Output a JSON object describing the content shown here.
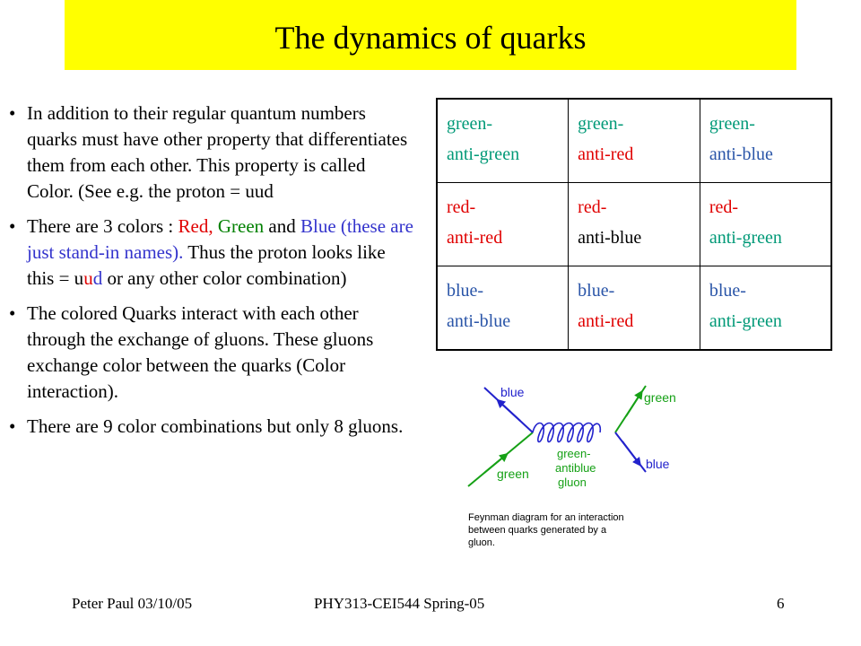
{
  "title": "The dynamics of quarks",
  "bullets": {
    "b1": "In addition to their regular quantum numbers quarks must have other property that differentiates them from each other. This property is called Color. (See e.g. the proton = uud",
    "b2": {
      "t1": "There are 3 colors : ",
      "red": "Red,",
      "t2": " ",
      "green": "Green",
      "t3": " and ",
      "blue": "Blue (these are just stand-in names).",
      "t4": " Thus the proton looks like this = u",
      "u2": "u",
      "d": "d",
      "t5": " or any other color combination)"
    },
    "b3": "The colored Quarks interact with each other through the exchange of gluons. These gluons  exchange color between the quarks (Color interaction).",
    "b4": "There are 9 color combinations but only 8 gluons."
  },
  "color_table": {
    "rows": [
      [
        {
          "l1": "green-",
          "l2": "anti-green"
        },
        {
          "l1": "green-",
          "l2": "anti-red"
        },
        {
          "l1": "green-",
          "l2": "anti-blue"
        }
      ],
      [
        {
          "l1": "red-",
          "l2": "anti-red"
        },
        {
          "l1": "red-",
          "l2": "anti-blue"
        },
        {
          "l1": "red-",
          "l2": "anti-green"
        }
      ],
      [
        {
          "l1": "blue-",
          "l2": "anti-blue"
        },
        {
          "l1": "blue-",
          "l2": "anti-red"
        },
        {
          "l1": "blue-",
          "l2": "anti-green"
        }
      ]
    ]
  },
  "diagram": {
    "label_blue_in": "blue",
    "label_green_in": "green",
    "label_green_out": "green",
    "label_blue_out": "blue",
    "gluon_l1": "green-",
    "gluon_l2": "antiblue",
    "gluon_l3": "gluon",
    "caption_l1": "Feynman diagram for an interaction",
    "caption_l2": "between quarks generated by a",
    "caption_l3": "gluon."
  },
  "footer": {
    "author": "Peter Paul 03/10/05",
    "course": "PHY313-CEI544 Spring-05",
    "page": "6"
  }
}
